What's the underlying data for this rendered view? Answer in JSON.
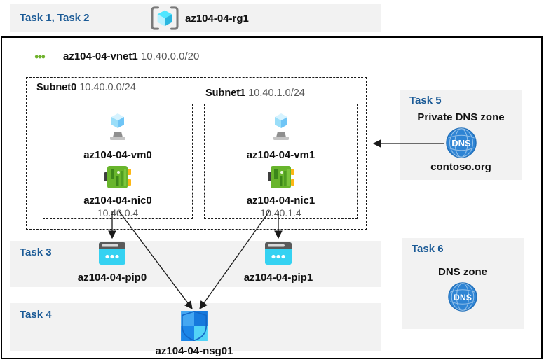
{
  "colors": {
    "task_header": "#1a5a96",
    "panel_bg": "#f2f2f2",
    "muted_text": "#595959",
    "frame_border": "#000000",
    "azure_blue": "#0078d4",
    "public_ip_cyan": "#35d2f2",
    "nic_green": "#68b52c",
    "dns_blue": "#2e84d4"
  },
  "header": {
    "tasks_label": "Task 1, Task 2",
    "resource_group": {
      "icon": "resource-group-icon",
      "name": "az104-04-rg1"
    }
  },
  "vnet": {
    "icon": "virtual-network-icon",
    "name": "az104-04-vnet1",
    "cidr": "10.40.0.0/20"
  },
  "subnets": [
    {
      "name": "Subnet0",
      "cidr": "10.40.0.0/24",
      "vm": {
        "icon": "virtual-machine-icon",
        "name": "az104-04-vm0"
      },
      "nic": {
        "icon": "network-interface-icon",
        "name": "az104-04-nic0",
        "ip": "10.40.0.4"
      }
    },
    {
      "name": "Subnet1",
      "cidr": "10.40.1.0/24",
      "vm": {
        "icon": "virtual-machine-icon",
        "name": "az104-04-vm1"
      },
      "nic": {
        "icon": "network-interface-icon",
        "name": "az104-04-nic1",
        "ip": "10.40.1.4"
      }
    }
  ],
  "task3": {
    "label": "Task 3",
    "public_ips": [
      {
        "icon": "public-ip-icon",
        "name": "az104-04-pip0"
      },
      {
        "icon": "public-ip-icon",
        "name": "az104-04-pip1"
      }
    ]
  },
  "task4": {
    "label": "Task 4",
    "nsg": {
      "icon": "nsg-shield-icon",
      "name": "az104-04-nsg01"
    }
  },
  "task5": {
    "label": "Task 5",
    "title": "Private DNS zone",
    "icon": "dns-icon",
    "zone": "contoso.org"
  },
  "task6": {
    "label": "Task 6",
    "title": "DNS zone",
    "icon": "dns-icon"
  },
  "connections": [
    {
      "from": "az104-04-nic0",
      "to": "az104-04-pip0"
    },
    {
      "from": "az104-04-nic1",
      "to": "az104-04-pip1"
    },
    {
      "from": "az104-04-nic0",
      "to": "az104-04-nsg01"
    },
    {
      "from": "az104-04-nic1",
      "to": "az104-04-nsg01"
    },
    {
      "from": "contoso.org",
      "to": "Subnet1"
    }
  ]
}
